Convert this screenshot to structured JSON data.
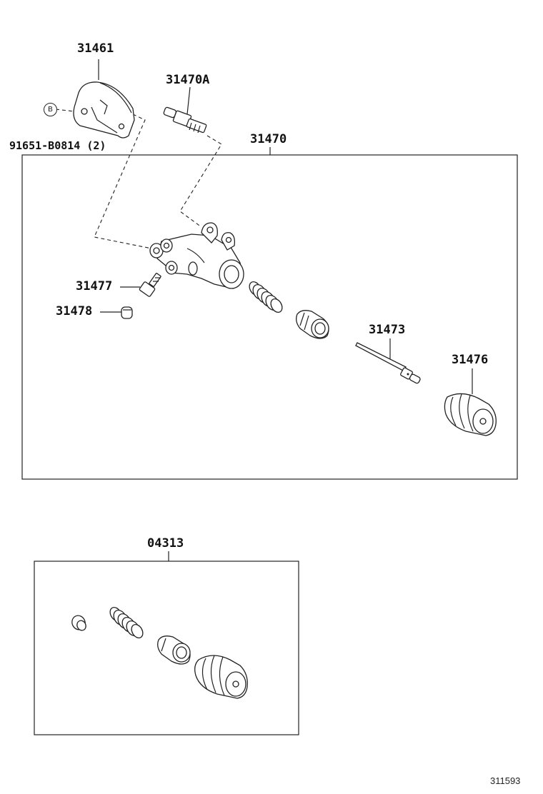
{
  "labels": {
    "bracket": "31461",
    "bleeder_plug": "31470A",
    "cylinder_assembly": "31470",
    "bolt": "91651-B0814 (2)",
    "bolt_badge": "B",
    "bleeder_screw": "31477",
    "bleeder_cap": "31478",
    "push_rod": "31473",
    "boot": "31476",
    "repair_kit": "04313"
  },
  "figure_number": "311593"
}
